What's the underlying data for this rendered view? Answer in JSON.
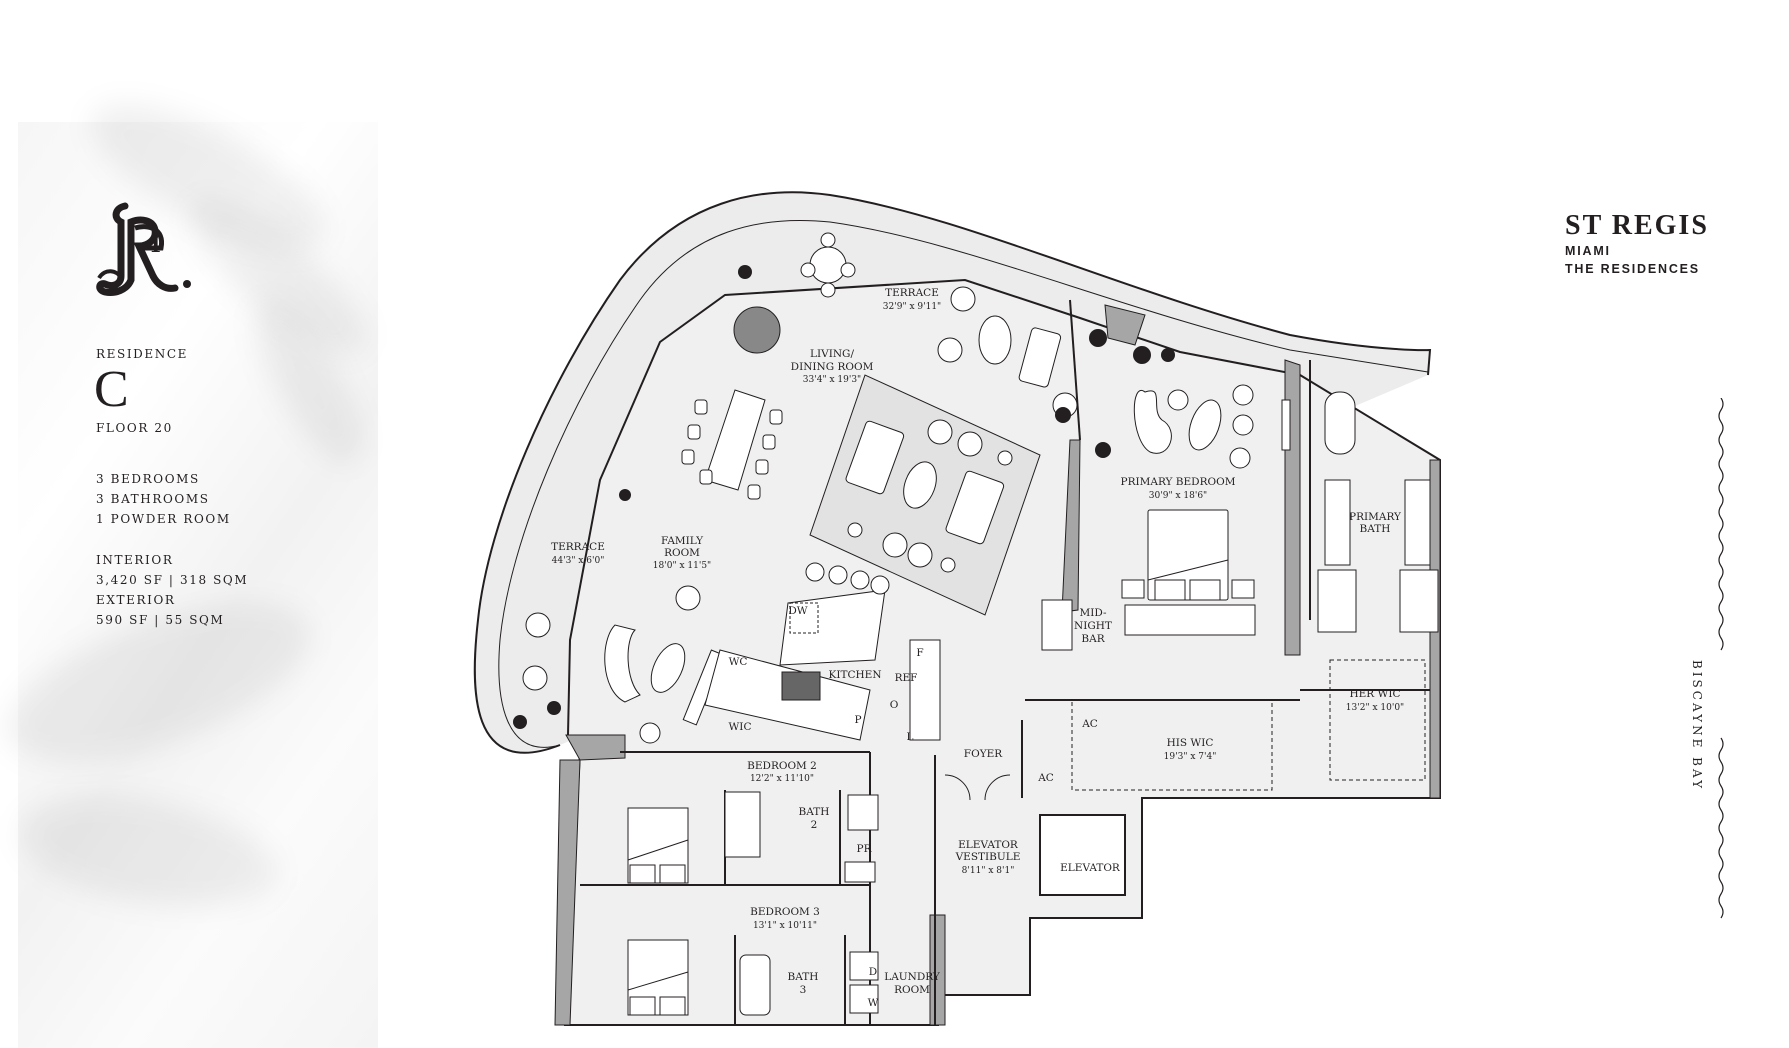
{
  "residence_label": "RESIDENCE",
  "residence_letter": "C",
  "floor": "FLOOR 20",
  "bedrooms": "3 BEDROOMS",
  "bathrooms": "3 BATHROOMS",
  "powder": "1 POWDER ROOM",
  "interior_label": "INTERIOR",
  "interior_value": "3,420 SF | 318 SQM",
  "exterior_label": "EXTERIOR",
  "exterior_value": "590 SF | 55 SQM",
  "brand": {
    "name": "ST REGIS",
    "city": "MIAMI",
    "sub": "THE RESIDENCES"
  },
  "bay_label": "BISCAYNE BAY",
  "rooms": {
    "terrace_top": {
      "name": "TERRACE",
      "dim": "32'9\" x 9'11\""
    },
    "living": {
      "name1": "LIVING/",
      "name2": "DINING ROOM",
      "dim": "33'4\" x 19'3\""
    },
    "terrace_left": {
      "name": "TERRACE",
      "dim": "44'3\" x 6'0\""
    },
    "family": {
      "name1": "FAMILY",
      "name2": "ROOM",
      "dim": "18'0\" x 11'5\""
    },
    "kitchen": {
      "name": "KITCHEN"
    },
    "dw": "DW",
    "wc": "WC",
    "wic": "WIC",
    "f": "F",
    "ref": "REF",
    "o": "O",
    "p": "P",
    "l": "L",
    "primary_bed": {
      "name": "PRIMARY BEDROOM",
      "dim": "30'9\" x 18'6\""
    },
    "primary_bath": {
      "name1": "PRIMARY",
      "name2": "BATH"
    },
    "midnight": {
      "name1": "MID-",
      "name2": "NIGHT",
      "name3": "BAR"
    },
    "her_wic": {
      "name": "HER WIC",
      "dim": "13'2\" x 10'0\""
    },
    "his_wic": {
      "name": "HIS WIC",
      "dim": "19'3\" x 7'4\""
    },
    "ac1": "AC",
    "ac2": "AC",
    "foyer": "FOYER",
    "bedroom2": {
      "name": "BEDROOM 2",
      "dim": "12'2\" x 11'10\""
    },
    "bath2": {
      "name1": "BATH",
      "name2": "2"
    },
    "pr": "PR",
    "vestibule": {
      "name1": "ELEVATOR",
      "name2": "VESTIBULE",
      "dim": "8'11\" x 8'1\""
    },
    "elevator": "ELEVATOR",
    "bedroom3": {
      "name": "BEDROOM 3",
      "dim": "13'1\" x 10'11\""
    },
    "bath3": {
      "name1": "BATH",
      "name2": "3"
    },
    "d": "D",
    "w": "W",
    "laundry": {
      "name1": "LAUNDRY",
      "name2": "ROOM"
    }
  }
}
